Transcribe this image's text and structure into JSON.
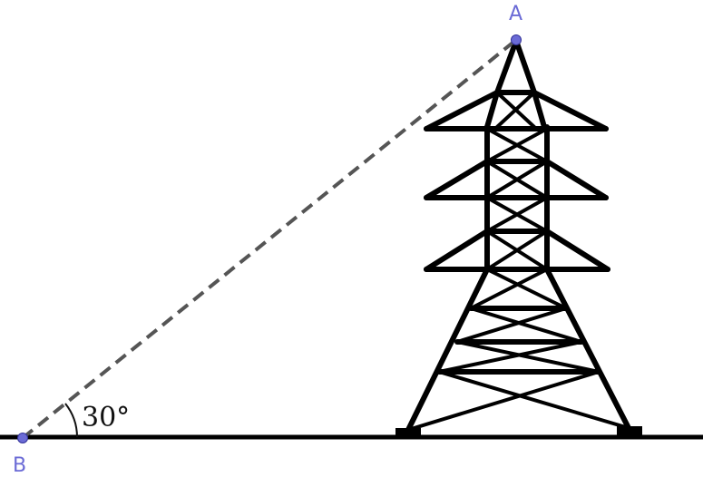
{
  "diagram": {
    "points": {
      "A": {
        "label": "A",
        "color": "#6b6bd6"
      },
      "B": {
        "label": "B",
        "color": "#6b6bd6"
      }
    },
    "angle": {
      "value_text": "30°",
      "degrees": 30
    },
    "sight_line": {
      "style": "dashed",
      "color": "#555555"
    },
    "ground": {
      "color": "#000000"
    },
    "tower": {
      "icon": "transmission-tower-icon",
      "color": "#000000"
    }
  }
}
